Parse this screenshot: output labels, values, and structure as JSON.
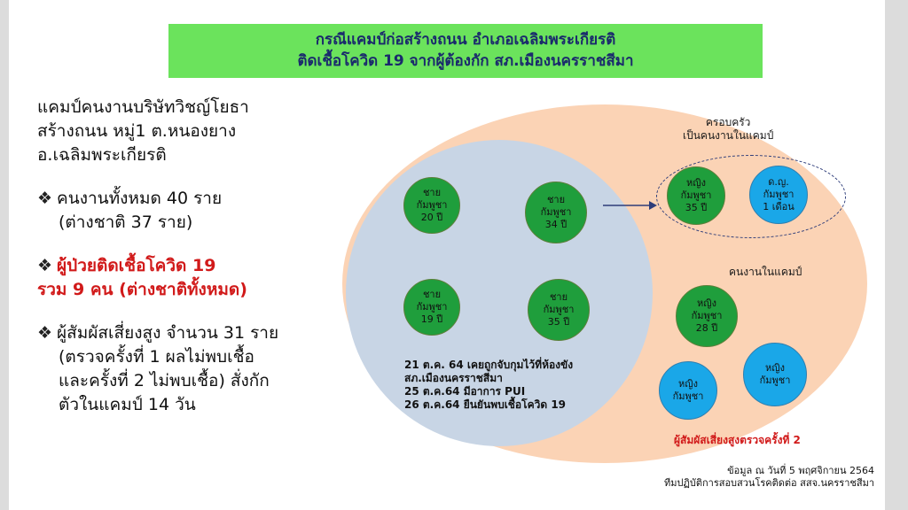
{
  "banner": {
    "line1": "กรณีแคมป์ก่อสร้างถนน อำเภอเฉลิมพระเกียรติ",
    "line2": "ติดเชื้อโควิด 19 จากผู้ต้องกัก สภ.เมืองนครราชสีมา"
  },
  "left": {
    "intro": [
      "แคมป์คนงานบริษัทวิชญ์โยธา",
      "สร้างถนน หมู่1 ต.หนองยาง",
      "อ.เฉลิมพระเกียรติ"
    ],
    "bullet_symbol": "❖",
    "workers": [
      "คนงานทั้งหมด 40 ราย",
      "(ต่างชาติ 37 ราย)"
    ],
    "patients": [
      "ผู้ป่วยติดเชื้อโควิด 19",
      "รวม 9 คน (ต่างชาติทั้งหมด)"
    ],
    "contacts": [
      "ผู้สัมผัสเสี่ยงสูง จำนวน 31 ราย",
      "(ตรวจครั้งที่ 1 ผลไม่พบเชื้อ",
      "และครั้งที่ 2 ไม่พบเชื้อ) สั่งกัก",
      "ตัวในแคมป์ 14 วัน"
    ]
  },
  "diagram": {
    "family_label": [
      "ครอบครัว",
      "เป็นคนงานในแคมป์"
    ],
    "camp_label": "คนงานในแคมป์",
    "nodes": [
      {
        "lines": [
          "ชาย",
          "กัมพูชา",
          "20 ปี"
        ],
        "color": "green"
      },
      {
        "lines": [
          "ชาย",
          "กัมพูชา",
          "34 ปี"
        ],
        "color": "green"
      },
      {
        "lines": [
          "ชาย",
          "กัมพูชา",
          "19 ปี"
        ],
        "color": "green"
      },
      {
        "lines": [
          "ชาย",
          "กัมพูชา",
          "35 ปี"
        ],
        "color": "green"
      },
      {
        "lines": [
          "หญิง",
          "กัมพูชา",
          "35 ปี"
        ],
        "color": "green"
      },
      {
        "lines": [
          "ด.ญ.",
          "กัมพูชา",
          "1 เดือน"
        ],
        "color": "blue"
      },
      {
        "lines": [
          "หญิง",
          "กัมพูชา",
          "28 ปี"
        ],
        "color": "green"
      },
      {
        "lines": [
          "หญิง",
          "กัมพูชา"
        ],
        "color": "blue"
      },
      {
        "lines": [
          "หญิง",
          "กัมพูชา"
        ],
        "color": "blue"
      }
    ],
    "timeline": [
      "21 ต.ค. 64 เคยถูกจับกุมไว้ที่ห้องขัง",
      "สภ.เมืองนครราชสีมา",
      "25 ต.ค.64 มีอาการ PUI",
      "26 ต.ค.64 ยืนยันพบเชื้อโควิด 19"
    ],
    "red_label": "ผู้สัมผัสเสี่ยงสูงตรวจครั้งที่ 2"
  },
  "footer": {
    "line1": "ข้อมูล ณ วันที่ 5 พฤศจิกายน 2564",
    "line2": "ทีมปฏิบัติการสอบสวนโรคติดต่อ สสจ.นครราชสีมา"
  },
  "colors": {
    "banner_bg": "#6be35c",
    "outer_ellipse": "#fbd3b5",
    "inner_circle": "#c8d5e5",
    "green_node": "#1f9e3c",
    "blue_node": "#1aa7e8",
    "alert_red": "#d11a1a"
  }
}
